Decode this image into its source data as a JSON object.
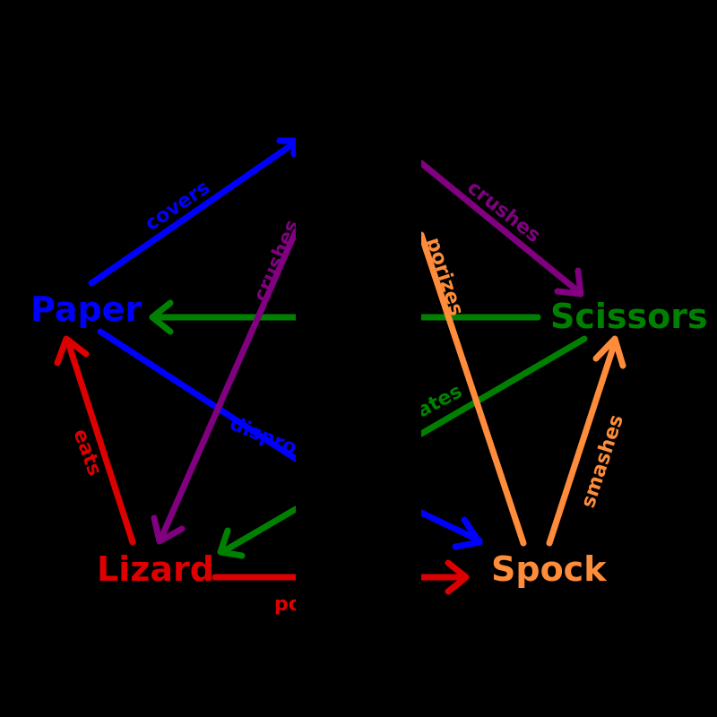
{
  "colors": {
    "background": "#000000",
    "paper": "#0000ff",
    "scissors": "#008000",
    "lizard": "#dd0000",
    "spock": "#ff8c3a",
    "rock": "#800080"
  },
  "nodes": {
    "paper": "Paper",
    "scissors": "Scissors",
    "lizard": "Lizard",
    "spock": "Spock"
  },
  "edges": {
    "paper_covers": "covers",
    "paper_disproves": "dispro",
    "scissors_cuts": "",
    "scissors_decapitates": "ates",
    "rock_crushes_scissors": "crushes",
    "rock_crushes_lizard": "crushes",
    "lizard_eats": "eats",
    "lizard_poisons": "po",
    "spock_vaporizes": "porizes",
    "spock_smashes": "smashes"
  }
}
